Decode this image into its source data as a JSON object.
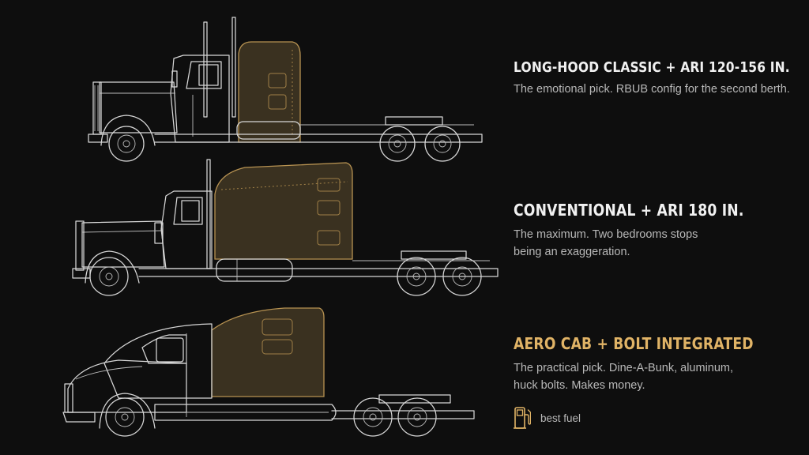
{
  "accent_color": "#e0b366",
  "configs": [
    {
      "title": "LONG-HOOD CLASSIC + ARI 120-156 IN.",
      "description_lines": [
        "The emotional pick. RBUB config for the second berth."
      ],
      "highlighted": false
    },
    {
      "title": "CONVENTIONAL + ARI 180 IN.",
      "description_lines": [
        "The maximum. Two bedrooms stops",
        "being an exaggeration."
      ],
      "highlighted": false
    },
    {
      "title": "AERO CAB + BOLT INTEGRATED",
      "description_lines": [
        "The practical pick. Dine-A-Bunk, aluminum,",
        "huck bolts. Makes money."
      ],
      "highlighted": true
    }
  ],
  "badge": {
    "icon": "fuel-pump-icon",
    "label": "best fuel"
  }
}
